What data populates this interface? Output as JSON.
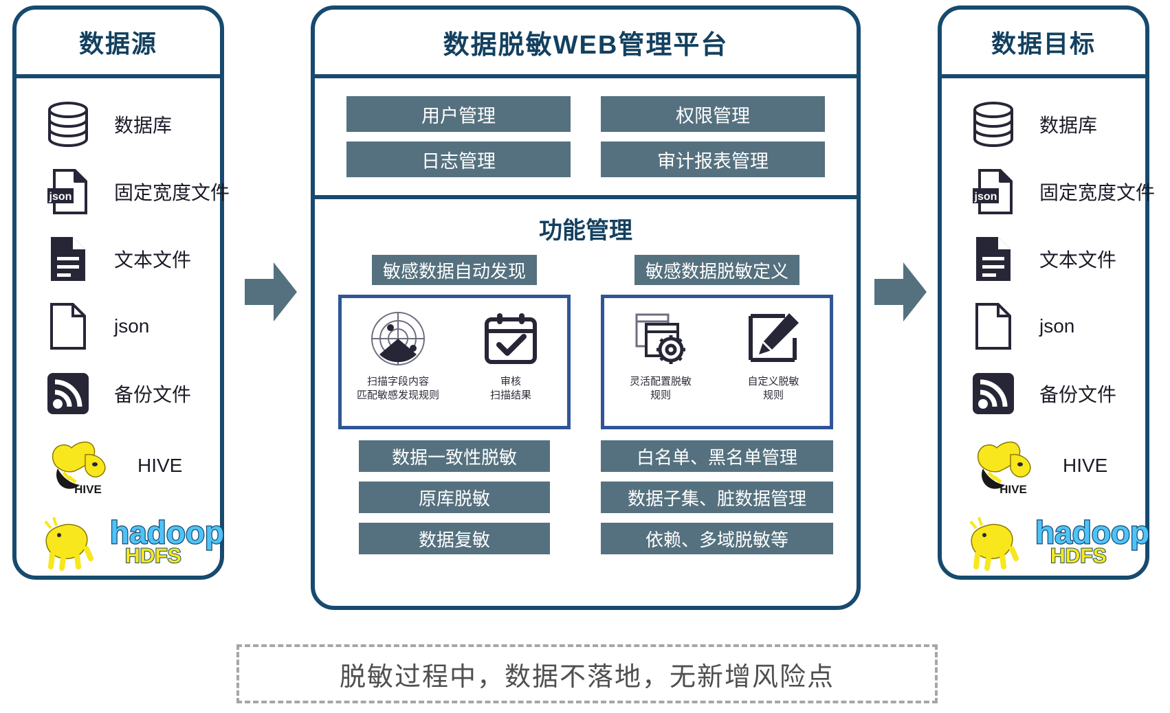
{
  "colors": {
    "panel_border": "#174A6E",
    "title_text": "#13405F",
    "slab_bg": "#55717F",
    "slab_text": "#FFFFFF",
    "feature_border": "#2F5597",
    "arrow": "#55717F",
    "dashed_border": "#A6A6A6",
    "icon_dark": "#262637",
    "hive_yellow": "#F8E71C",
    "hadoop_blue": "#4FC3F7"
  },
  "left_panel": {
    "title": "数据源",
    "items": [
      {
        "icon": "database-icon",
        "label": "数据库"
      },
      {
        "icon": "json-file-icon",
        "label": "固定宽度文件"
      },
      {
        "icon": "text-file-icon",
        "label": "文本文件"
      },
      {
        "icon": "blank-file-icon",
        "label": "json"
      },
      {
        "icon": "rss-backup-icon",
        "label": "备份文件"
      },
      {
        "icon": "hive-logo-icon",
        "label": "HIVE"
      },
      {
        "icon": "hadoop-hdfs-logo-icon",
        "label": ""
      }
    ]
  },
  "right_panel": {
    "title": "数据目标",
    "items": [
      {
        "icon": "database-icon",
        "label": "数据库"
      },
      {
        "icon": "json-file-icon",
        "label": "固定宽度文件"
      },
      {
        "icon": "text-file-icon",
        "label": "文本文件"
      },
      {
        "icon": "blank-file-icon",
        "label": "json"
      },
      {
        "icon": "rss-backup-icon",
        "label": "备份文件"
      },
      {
        "icon": "hive-logo-icon",
        "label": "HIVE"
      },
      {
        "icon": "hadoop-hdfs-logo-icon",
        "label": ""
      }
    ]
  },
  "center_panel": {
    "title": "数据脱敏WEB管理平台",
    "admin_buttons": [
      "用户管理",
      "权限管理",
      "日志管理",
      "审计报表管理"
    ],
    "function_title": "功能管理",
    "left_column": {
      "pill": "敏感数据自动发现",
      "features": [
        {
          "icon": "radar-scan-icon",
          "caption": "扫描字段内容\n匹配敏感发现规则"
        },
        {
          "icon": "calendar-check-icon",
          "caption": "审核\n扫描结果"
        }
      ],
      "slabs": [
        "数据一致性脱敏",
        "原库脱敏",
        "数据复敏"
      ]
    },
    "right_column": {
      "pill": "敏感数据脱敏定义",
      "features": [
        {
          "icon": "layers-gear-icon",
          "caption": "灵活配置脱敏\n规则"
        },
        {
          "icon": "pencil-edit-icon",
          "caption": "自定义脱敏\n规则"
        }
      ],
      "slabs": [
        "白名单、黑名单管理",
        "数据子集、脏数据管理",
        "依赖、多域脱敏等"
      ]
    }
  },
  "arrows": {
    "left_arrow": "arrow-right-icon",
    "right_arrow": "arrow-right-icon"
  },
  "footer": {
    "note": "脱敏过程中，数据不落地，无新增风险点"
  },
  "hive_logo_text": "HIVE",
  "hadoop_logo_text": "hadoop",
  "hdfs_logo_text": "HDFS"
}
